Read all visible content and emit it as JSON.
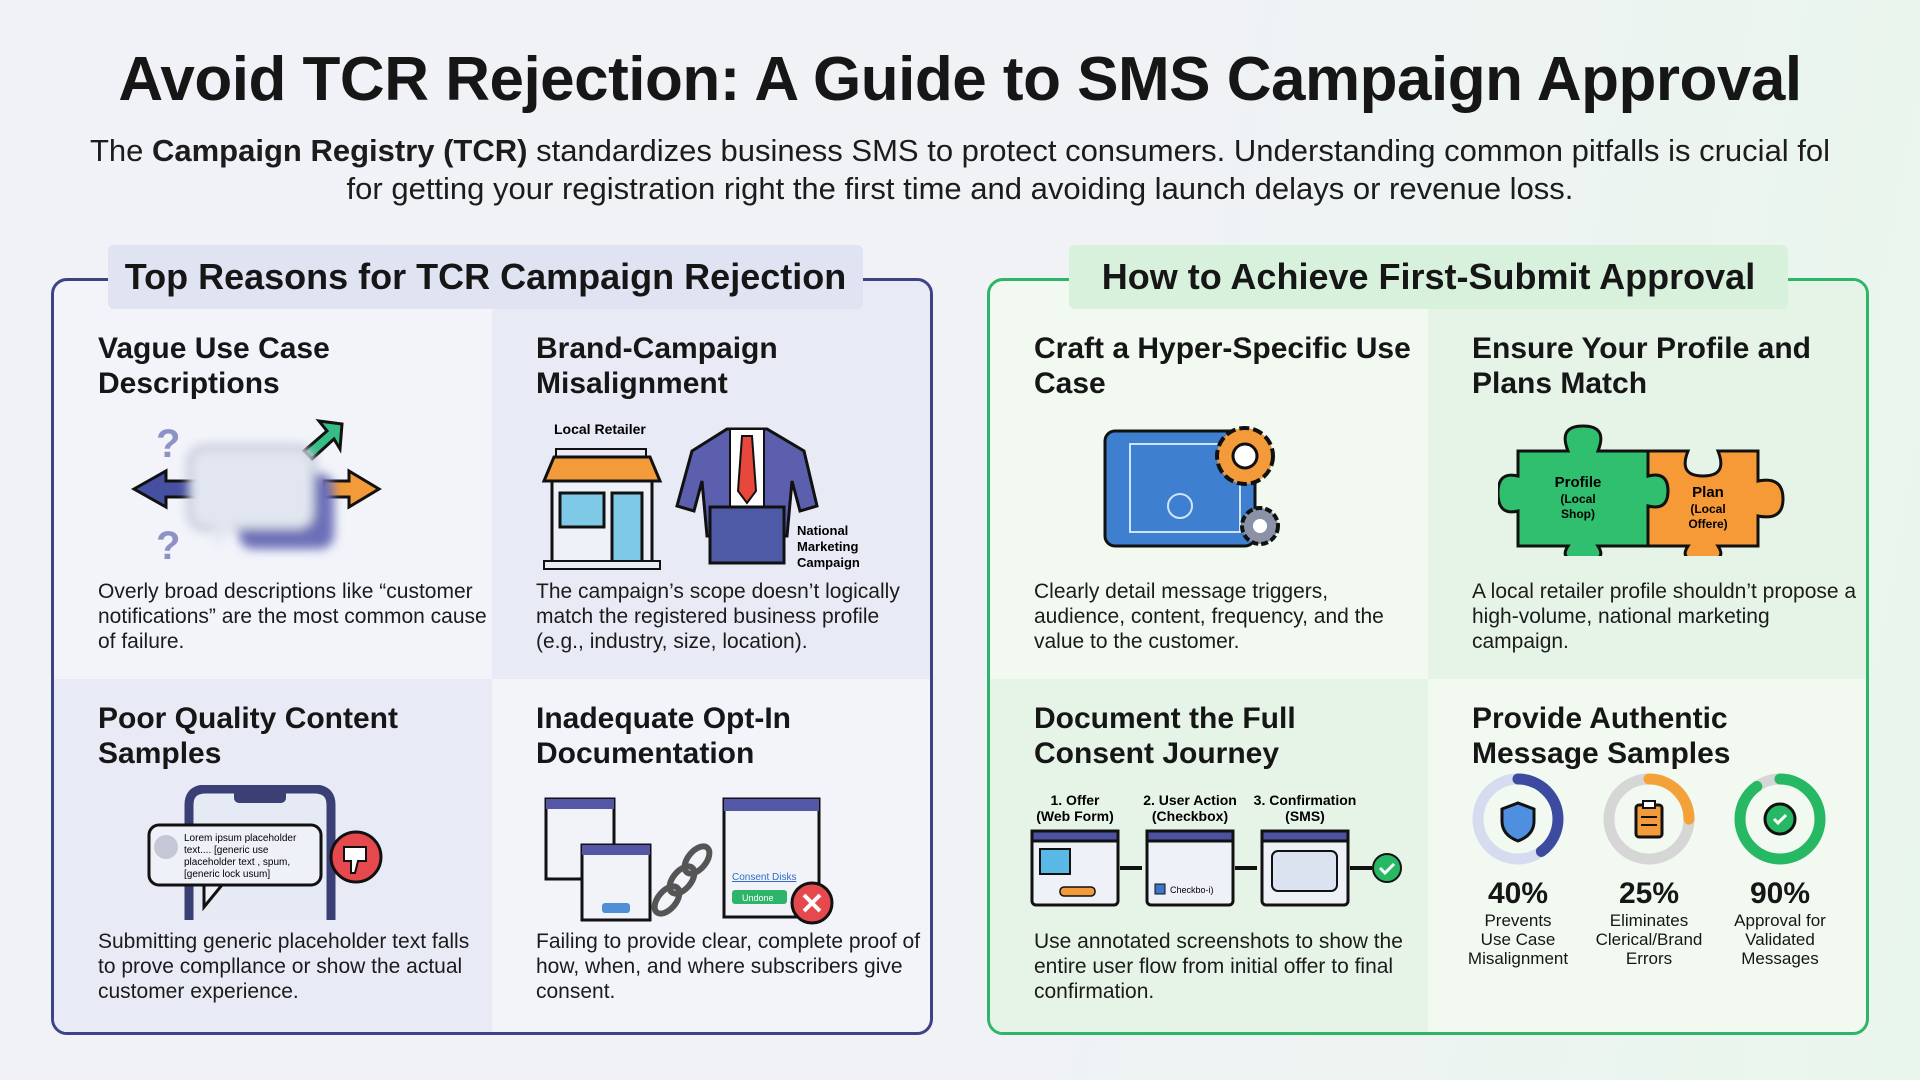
{
  "header": {
    "title": "Avoid TCR Rejection: A Guide to SMS Campaign Approval",
    "subtitle_pre": "The ",
    "subtitle_bold": "Campaign Registry (TCR)",
    "subtitle_post": " standardizes business SMS to protect consumers. Understanding common pitfalls is crucial fol for getting your registration right the first time and avoiding launch delays or revenue loss."
  },
  "colors": {
    "navy": "#3c4487",
    "green": "#2fb56a",
    "orange": "#f39a3a",
    "red": "#e5484d"
  },
  "left": {
    "title": "Top Reasons for TCR Campaign Rejection",
    "cells": [
      {
        "heading": "Vague Use Case Descriptions",
        "body": "Overly broad descriptions like “customer notifications” are the most common cause of failure.",
        "icon": "blurry-chat-arrows-icon"
      },
      {
        "heading": "Brand-Campaign Misalignment",
        "body": "The campaign’s scope doesn’t logically match the registered business profile (e.g., industry, size, location).",
        "icon": "store-vs-suit-icon",
        "labels": [
          "Local Retailer",
          "National",
          "Marketing",
          "Campaign"
        ]
      },
      {
        "heading": "Poor Quality Content Samples",
        "body": "Submitting generic placeholder text falls to prove compllance or show the actual customer experience.",
        "icon": "phone-thumbs-down-icon",
        "bubble": [
          "Lorem ipsum placeholder",
          "text.... [generic use",
          "placeholder text , spum,",
          "[generic lock usum]"
        ]
      },
      {
        "heading": "Inadequate Opt-In Documentation",
        "body": "Failing to provide clear, complete proof of how, when, and where subscribers give consent.",
        "icon": "broken-chain-icon",
        "link": "Consent Disks",
        "button": "Undone"
      }
    ]
  },
  "right": {
    "title": "How to Achieve First-Submit Approval",
    "cells": [
      {
        "heading": "Craft a Hyper-Specific Use Case",
        "body": "Clearly detail message triggers, audience, content, frequency, and the value to the customer.",
        "icon": "blueprint-gears-icon"
      },
      {
        "heading": "Ensure Your Profile and Plans Match",
        "body": "A local retailer profile shouldn’t propose a high-volume, national marketing campaign.",
        "icon": "puzzle-pieces-icon",
        "pieces": [
          [
            "Profile",
            "(Local",
            "Shop)"
          ],
          [
            "Plan",
            "(Local",
            "Offere)"
          ]
        ]
      },
      {
        "heading": "Document the Full Consent Journey",
        "body": "Use annotated screenshots to show the entire user flow from initial offer to final confirmation.",
        "icon": "consent-flow-icon",
        "steps": [
          [
            "1. Offer",
            "(Web Form)"
          ],
          [
            "2. User Action",
            "(Checkbox)"
          ],
          [
            "3. Confirmation",
            "(SMS)"
          ]
        ],
        "checkbox_label": "Checkbo-i)"
      },
      {
        "heading": "Provide Authentic Message Samples",
        "icon": "stats-donuts",
        "stats": [
          {
            "value": 40,
            "label": "40%",
            "desc": [
              "Prevents",
              "Use Case",
              "Misalignment"
            ],
            "color": "#3c4ba0",
            "icon": "shield-icon"
          },
          {
            "value": 25,
            "label": "25%",
            "desc": [
              "Eliminates",
              "Clerical/Brand",
              "Errors"
            ],
            "color": "#f5a13a",
            "icon": "clipboard-icon"
          },
          {
            "value": 90,
            "label": "90%",
            "desc": [
              "Approval for",
              "Validated",
              "Messages"
            ],
            "color": "#27b864",
            "icon": "check-badge-icon"
          }
        ]
      }
    ]
  }
}
